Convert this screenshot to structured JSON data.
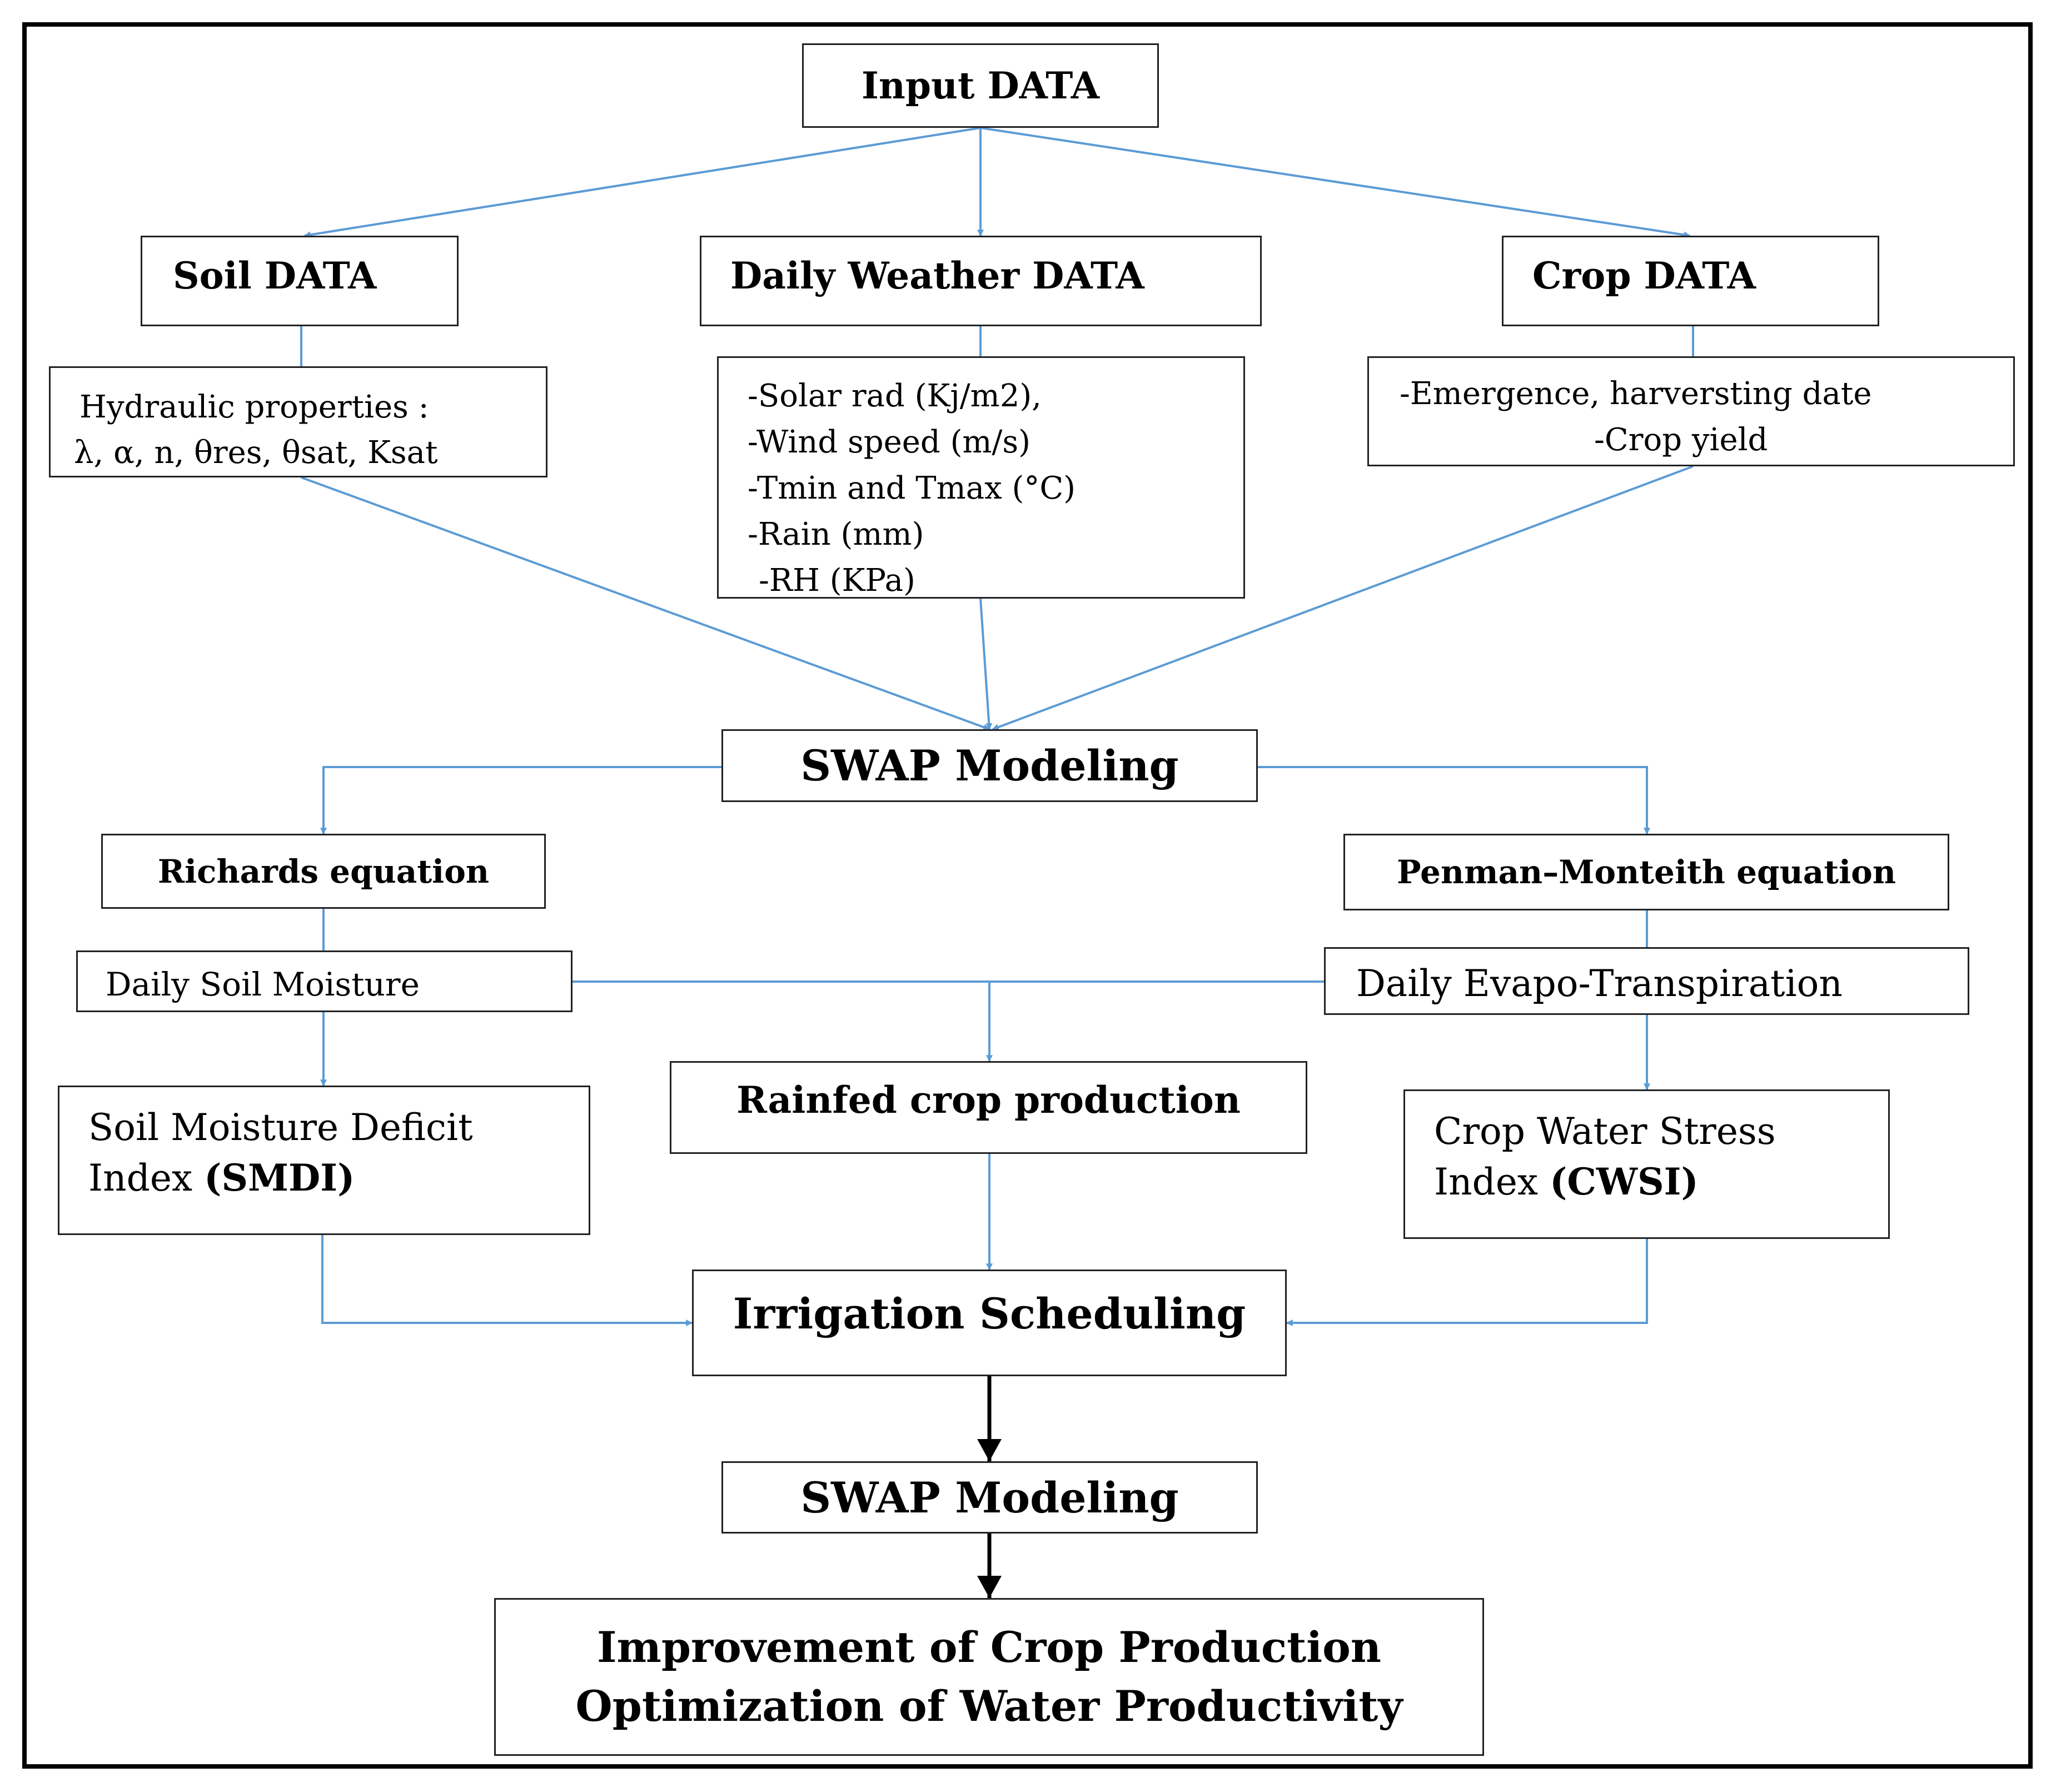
{
  "colors": {
    "connector": "#5b9bd5",
    "final_arrow": "#000000",
    "border": "#222222"
  },
  "nodes": {
    "input_data": {
      "label": "Input DATA"
    },
    "soil_data": {
      "label": "Soil DATA"
    },
    "weather_data": {
      "label": "Daily Weather DATA"
    },
    "crop_data": {
      "label": "Crop DATA"
    },
    "hydraulic": {
      "line1": "Hydraulic properties :",
      "line2": "λ, α, n, θres, θsat, Ksat"
    },
    "weather_details": {
      "lines": [
        "-Solar rad (Kj/m2),",
        "-Wind speed (m/s)",
        "-Tmin and Tmax (°C)",
        "-Rain (mm)",
        "-RH (KPa)"
      ]
    },
    "crop_details": {
      "line1": "-Emergence, harversting date",
      "line2": "-Crop yield"
    },
    "swap_modeling_1": {
      "label": "SWAP  Modeling"
    },
    "richards": {
      "label": "Richards equation"
    },
    "penman": {
      "label": "Penman–Monteith equation"
    },
    "soil_moisture": {
      "label": "Daily  Soil Moisture"
    },
    "evapo": {
      "label": "Daily  Evapo-Transpiration"
    },
    "smdi": {
      "line1": "Soil Moisture Deficit",
      "line2_prefix": "Index ",
      "line2_bold": "(SMDI)"
    },
    "rainfed": {
      "label": "Rainfed crop production"
    },
    "cwsi": {
      "line1": "Crop Water Stress",
      "line2_prefix": "Index ",
      "line2_bold": "(CWSI)"
    },
    "irrigation": {
      "label": "Irrigation  Scheduling"
    },
    "swap_modeling_2": {
      "label": "SWAP  Modeling"
    },
    "final": {
      "line1": "Improvement  of Crop  Production",
      "line2": "Optimization  of Water  Productivity"
    }
  }
}
